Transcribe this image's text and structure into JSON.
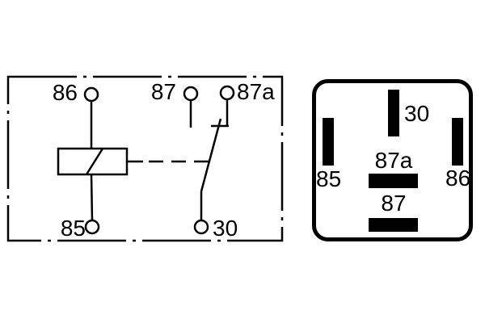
{
  "colors": {
    "background": "#ffffff",
    "line": "#000000",
    "pin_fill": "#000000"
  },
  "schematic": {
    "description_labels": {
      "t86": "86",
      "t87": "87",
      "t87a": "87a",
      "t85": "85",
      "t30": "30"
    }
  },
  "pinout": {
    "pin_labels": {
      "p30": "30",
      "p85": "85",
      "p86": "86",
      "p87a": "87a",
      "p87": "87"
    }
  }
}
